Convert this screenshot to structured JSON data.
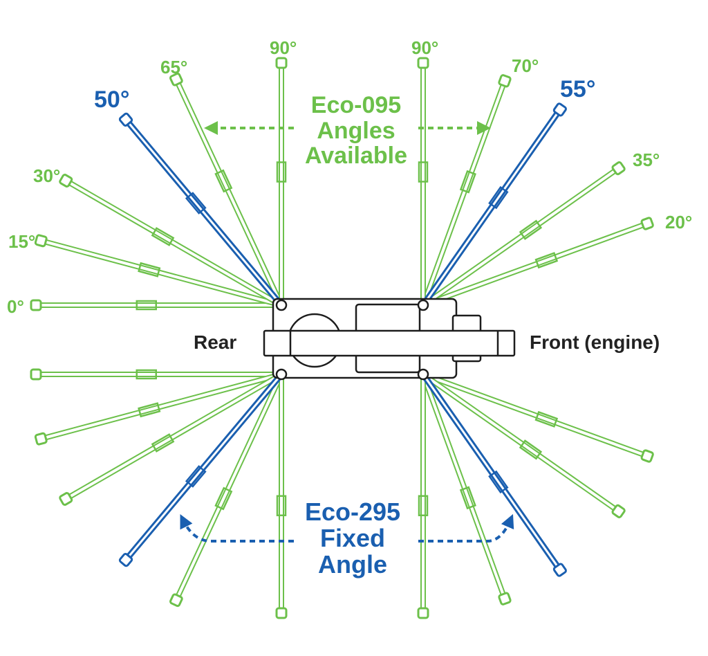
{
  "colors": {
    "green": "#6cc04a",
    "blue": "#1a5fb0",
    "body": "#1c1c1c"
  },
  "labels": {
    "rear": "Rear",
    "front": "Front (engine)"
  },
  "eco095": {
    "line1": "Eco-095",
    "line2": "Angles",
    "line3": "Available"
  },
  "eco295": {
    "line1": "Eco-295",
    "line2": "Fixed",
    "line3": "Angle"
  },
  "angles": {
    "rear_top": [
      "0°",
      "15°",
      "30°",
      "65°",
      "90°"
    ],
    "rear_blue": "50°",
    "front_top": [
      "90°",
      "70°",
      "35°",
      "20°"
    ],
    "front_blue": "55°"
  },
  "outriggers": {
    "green_degrees": [
      0,
      15,
      30,
      65,
      90,
      20,
      35,
      70,
      90
    ],
    "blue_degrees": [
      50,
      55
    ]
  }
}
